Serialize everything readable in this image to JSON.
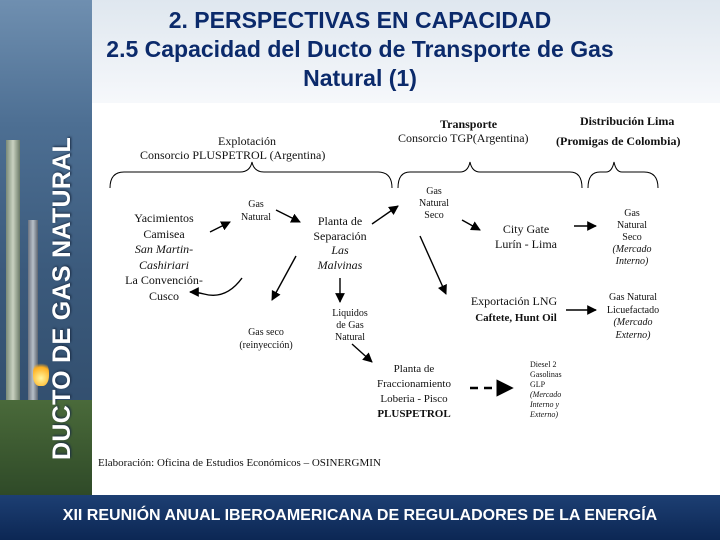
{
  "header": {
    "title_line1": "2. PERSPECTIVAS EN CAPACIDAD",
    "title_line2": "2.5 Capacidad del Ducto de Transporte de Gas",
    "title_line3": "Natural (1)"
  },
  "sidebar": {
    "vertical_title": "DUCTO DE GAS NATURAL"
  },
  "segments": {
    "explotacion_title": "Explotación",
    "explotacion_company": "Consorcio PLUSPETROL (Argentina)",
    "transporte_title": "Transporte",
    "transporte_company": "Consorcio TGP(Argentina)",
    "distribucion_title": "Distribución Lima",
    "distribucion_company": "(Promigas de Colombia)"
  },
  "nodes": {
    "yacimientos": [
      "Yacimientos",
      "Camisea",
      "San Martin-",
      "Cashiriari",
      "La Convención-",
      "Cusco"
    ],
    "gas_natural": [
      "Gas",
      "Natural"
    ],
    "planta_separacion": [
      "Planta de",
      "Separación",
      "Las",
      "Malvinas"
    ],
    "gas_natural_seco": [
      "Gas",
      "Natural",
      "Seco"
    ],
    "gas_seco": [
      "Gas seco",
      "(reinyección)"
    ],
    "liquidos": [
      "Liquidos",
      "de Gas",
      "Natural"
    ],
    "city_gate": [
      "City Gate",
      "Lurín - Lima"
    ],
    "mercado_interno": [
      "Gas",
      "Natural",
      "Seco",
      "(Mercado",
      "Interno)"
    ],
    "exportacion_lng": "Exportación LNG",
    "caftete": "Caftete, Hunt Oil",
    "mercado_externo": [
      "Gas Natural",
      "Licuefactado",
      "(Mercado",
      "Externo)"
    ],
    "planta_fraccionamiento": [
      "Planta de",
      "Fraccionamiento",
      "Loberia - Pisco",
      "PLUSPETROL"
    ],
    "productos": [
      "Diesel 2",
      "Gasolinas",
      "GLP",
      "(Mercado",
      "Interno y",
      "Externo)"
    ]
  },
  "source": "Elaboración: Oficina de Estudios Económicos – OSINERGMIN",
  "footer": {
    "text": "XII REUNIÓN ANUAL IBEROAMERICANA DE REGULADORES DE LA ENERGÍA"
  }
}
